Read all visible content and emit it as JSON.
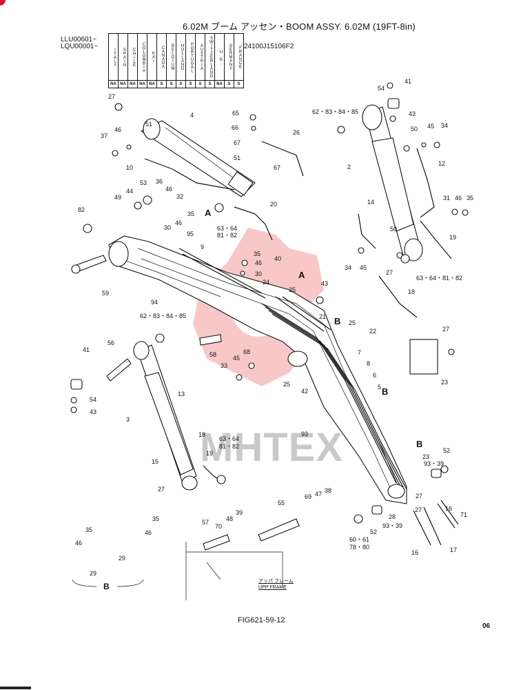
{
  "header": {
    "title": "6.02M ブーム アッセン・BOOM ASSY. 6.02M (19FT-8in)",
    "serial_1": "LLU00601~",
    "serial_2": "LQU00001~",
    "part_number": "24100J15106F2"
  },
  "country_table": {
    "countries": [
      "ITALY",
      "SPAIN",
      "CHILE",
      "COLOMBIA",
      "KAI",
      "CANADA",
      "BELGIUM",
      "HOLLAND",
      "PORTUGAL",
      "AUSTRIA",
      "SWITZERLAND",
      "U.K.",
      "GERMANY",
      "FRANCE"
    ],
    "codes": [
      "NA",
      "NA",
      "NA",
      "NA",
      "NA",
      "S",
      "S",
      "S",
      "S",
      "S",
      "S",
      "NA",
      "S",
      "S"
    ]
  },
  "callouts": [
    {
      "id": "c27a",
      "text": "27"
    },
    {
      "id": "c4",
      "text": "4"
    },
    {
      "id": "c51a",
      "text": "51"
    },
    {
      "id": "c37",
      "text": "37"
    },
    {
      "id": "c46a",
      "text": "46"
    },
    {
      "id": "c10",
      "text": "10"
    },
    {
      "id": "c36",
      "text": "36"
    },
    {
      "id": "c53",
      "text": "53"
    },
    {
      "id": "c46b",
      "text": "46"
    },
    {
      "id": "c32",
      "text": "32"
    },
    {
      "id": "c44",
      "text": "44"
    },
    {
      "id": "c49",
      "text": "49"
    },
    {
      "id": "c82",
      "text": "82"
    },
    {
      "id": "c35a",
      "text": "35"
    },
    {
      "id": "c30a",
      "text": "30"
    },
    {
      "id": "c46c",
      "text": "46"
    },
    {
      "id": "c65",
      "text": "65"
    },
    {
      "id": "c66",
      "text": "66"
    },
    {
      "id": "c67a",
      "text": "67"
    },
    {
      "id": "c51b",
      "text": "51"
    },
    {
      "id": "c67b",
      "text": "67"
    },
    {
      "id": "c26",
      "text": "26"
    },
    {
      "id": "c20",
      "text": "20"
    },
    {
      "id": "cA1",
      "text": "A"
    },
    {
      "id": "c6364a",
      "text": "63・64"
    },
    {
      "id": "c8182a",
      "text": "81・82"
    },
    {
      "id": "c95",
      "text": "95"
    },
    {
      "id": "c9",
      "text": "9"
    },
    {
      "id": "c35b",
      "text": "35"
    },
    {
      "id": "c46d",
      "text": "46"
    },
    {
      "id": "c30b",
      "text": "30"
    },
    {
      "id": "c40",
      "text": "40"
    },
    {
      "id": "cA2",
      "text": "A"
    },
    {
      "id": "c59",
      "text": "59"
    },
    {
      "id": "c94",
      "text": "94"
    },
    {
      "id": "c62a",
      "text": "62・83・84・85"
    },
    {
      "id": "c62b",
      "text": "62・83・84・85"
    },
    {
      "id": "c24",
      "text": "24"
    },
    {
      "id": "c25a",
      "text": "25"
    },
    {
      "id": "c43a",
      "text": "43"
    },
    {
      "id": "c54a",
      "text": "54"
    },
    {
      "id": "c41a",
      "text": "41"
    },
    {
      "id": "c43b",
      "text": "43"
    },
    {
      "id": "c50a",
      "text": "50"
    },
    {
      "id": "c45a",
      "text": "45"
    },
    {
      "id": "c34a",
      "text": "34"
    },
    {
      "id": "c2",
      "text": "2"
    },
    {
      "id": "c12",
      "text": "12"
    },
    {
      "id": "c14",
      "text": "14"
    },
    {
      "id": "c31",
      "text": "31"
    },
    {
      "id": "c46e",
      "text": "46"
    },
    {
      "id": "c35c",
      "text": "35"
    },
    {
      "id": "c50b",
      "text": "50"
    },
    {
      "id": "c19a",
      "text": "19"
    },
    {
      "id": "c34b",
      "text": "34"
    },
    {
      "id": "c45b",
      "text": "45"
    },
    {
      "id": "c27b",
      "text": "27"
    },
    {
      "id": "c6364b",
      "text": "63・64・81・82"
    },
    {
      "id": "c18a",
      "text": "18"
    },
    {
      "id": "c21",
      "text": "21"
    },
    {
      "id": "cB1",
      "text": "B"
    },
    {
      "id": "c25b",
      "text": "25"
    },
    {
      "id": "c22",
      "text": "22"
    },
    {
      "id": "c27c",
      "text": "27"
    },
    {
      "id": "c7",
      "text": "7"
    },
    {
      "id": "c8",
      "text": "8"
    },
    {
      "id": "c6",
      "text": "6"
    },
    {
      "id": "c5",
      "text": "5"
    },
    {
      "id": "cB2",
      "text": "B"
    },
    {
      "id": "c23a",
      "text": "23"
    },
    {
      "id": "c56",
      "text": "56"
    },
    {
      "id": "c41b",
      "text": "41"
    },
    {
      "id": "c58",
      "text": "58"
    },
    {
      "id": "c45c",
      "text": "45"
    },
    {
      "id": "c68",
      "text": "68"
    },
    {
      "id": "c33",
      "text": "33"
    },
    {
      "id": "c25c",
      "text": "25"
    },
    {
      "id": "c42",
      "text": "42"
    },
    {
      "id": "c54b",
      "text": "54"
    },
    {
      "id": "c43c",
      "text": "43"
    },
    {
      "id": "c13",
      "text": "13"
    },
    {
      "id": "c3",
      "text": "3"
    },
    {
      "id": "c18b",
      "text": "18"
    },
    {
      "id": "c15",
      "text": "15"
    },
    {
      "id": "c19b",
      "text": "19"
    },
    {
      "id": "c6364c",
      "text": "63・64"
    },
    {
      "id": "c8182c",
      "text": "81・82"
    },
    {
      "id": "c93a",
      "text": "93"
    },
    {
      "id": "cB3",
      "text": "B"
    },
    {
      "id": "c23b",
      "text": "23"
    },
    {
      "id": "c52a",
      "text": "52"
    },
    {
      "id": "c9339a",
      "text": "93・39"
    },
    {
      "id": "c27d",
      "text": "27"
    },
    {
      "id": "c28",
      "text": "28"
    },
    {
      "id": "c27e",
      "text": "27"
    },
    {
      "id": "c16a",
      "text": "16"
    },
    {
      "id": "c71",
      "text": "71"
    },
    {
      "id": "c16b",
      "text": "16"
    },
    {
      "id": "c17",
      "text": "17"
    },
    {
      "id": "c27f",
      "text": "27"
    },
    {
      "id": "c35d",
      "text": "35"
    },
    {
      "id": "c46f",
      "text": "46"
    },
    {
      "id": "c35e",
      "text": "35"
    },
    {
      "id": "c46g",
      "text": "46"
    },
    {
      "id": "c29a",
      "text": "29"
    },
    {
      "id": "c29b",
      "text": "29"
    },
    {
      "id": "c57",
      "text": "57"
    },
    {
      "id": "c70",
      "text": "70"
    },
    {
      "id": "c48",
      "text": "48"
    },
    {
      "id": "c39",
      "text": "39"
    },
    {
      "id": "c55",
      "text": "55"
    },
    {
      "id": "c69",
      "text": "69"
    },
    {
      "id": "c47",
      "text": "47"
    },
    {
      "id": "c38",
      "text": "38"
    },
    {
      "id": "c9339b",
      "text": "93・39"
    },
    {
      "id": "c52b",
      "text": "52"
    },
    {
      "id": "c6061",
      "text": "60・61"
    },
    {
      "id": "c7880",
      "text": "78・80"
    }
  ],
  "detail_label": "B",
  "upper_frame_jp": "アッパ フレーム",
  "upper_frame": "UPP FRAME",
  "figure_id": "FIG621-59-12",
  "page_number": "06",
  "watermark": "MHTEX"
}
